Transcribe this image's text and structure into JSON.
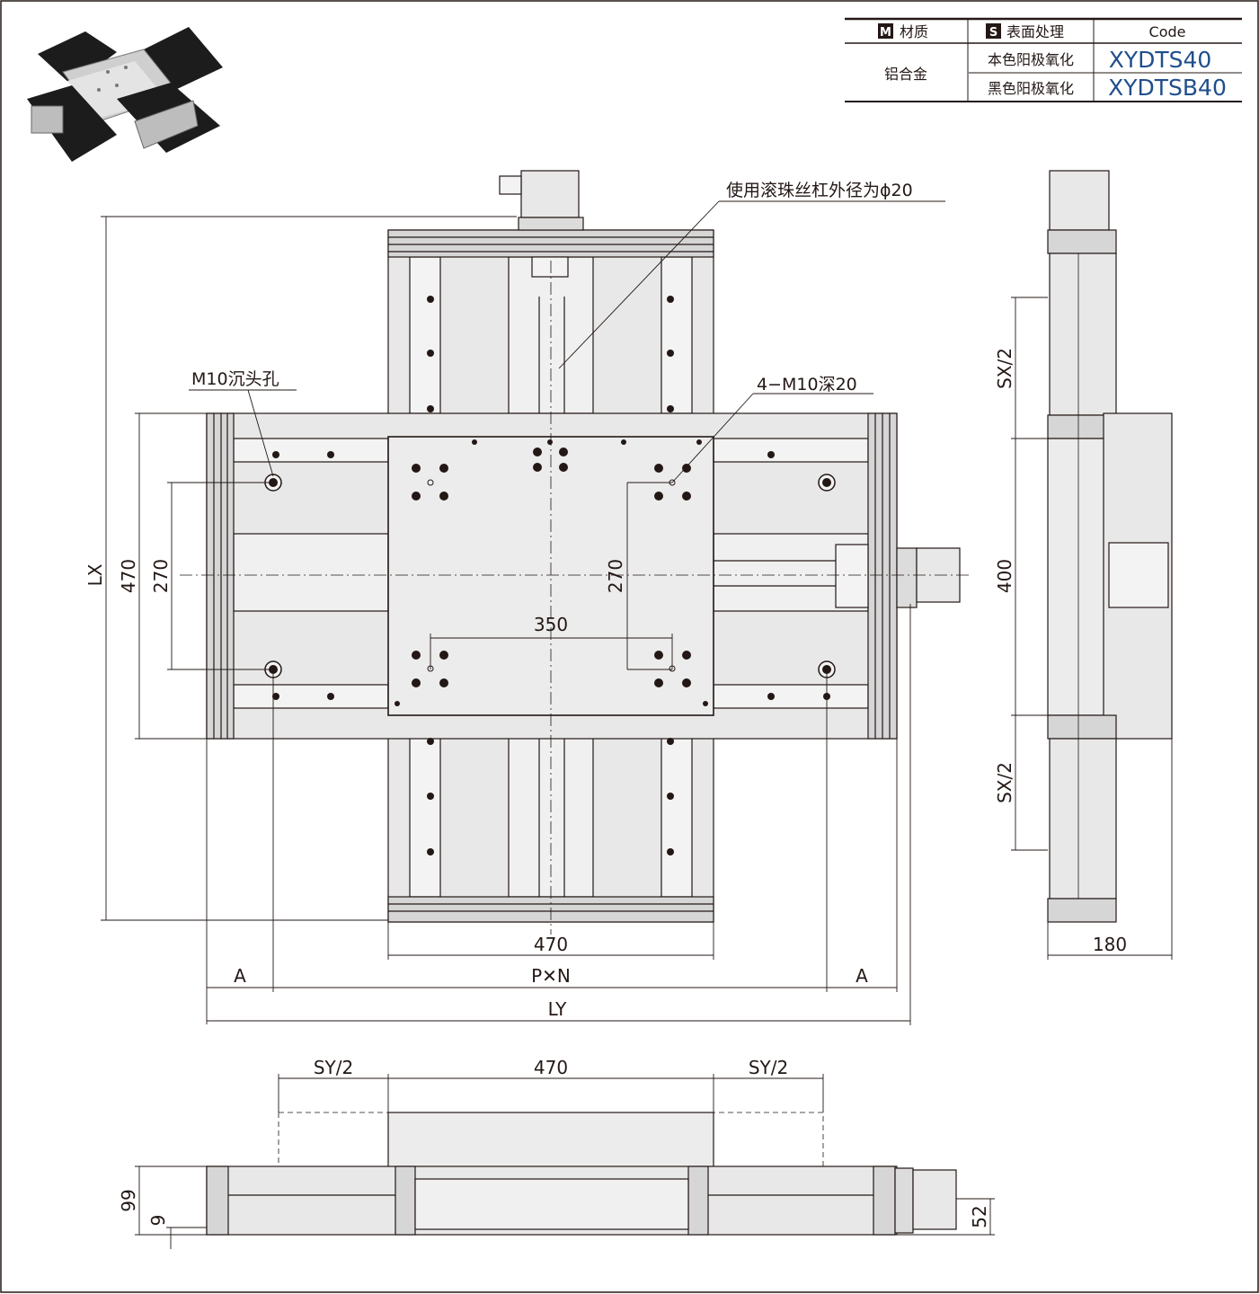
{
  "spec_table": {
    "headers": {
      "material_badge": "M",
      "material": "材质",
      "surface_badge": "S",
      "surface": "表面处理",
      "code": "Code"
    },
    "material_value": "铝合金",
    "rows": [
      {
        "surface": "本色阳极氧化",
        "code": "XYDTS40"
      },
      {
        "surface": "黑色阳极氧化",
        "code": "XYDTSB40"
      }
    ]
  },
  "callouts": {
    "ballscrew": "使用滚珠丝杠外径为ϕ20",
    "counterbore": "M10沉头孔",
    "tapped_holes": "4−M10深20"
  },
  "dimensions": {
    "lx": "LX",
    "d470_v": "470",
    "d270_left": "270",
    "d270_center": "270",
    "d350": "350",
    "d470_h": "470",
    "a_left": "A",
    "pxn": "P✕N",
    "a_right": "A",
    "ly": "LY",
    "sx2_top": "SX/2",
    "d400": "400",
    "sx2_bottom": "SX/2",
    "d180": "180",
    "sy2_left": "SY/2",
    "d470_front": "470",
    "sy2_right": "SY/2",
    "d99": "99",
    "d9": "9",
    "d52": "52"
  },
  "colors": {
    "line": "#231815",
    "metal": "#e8e8e8",
    "code_blue": "#1f4e8c"
  }
}
